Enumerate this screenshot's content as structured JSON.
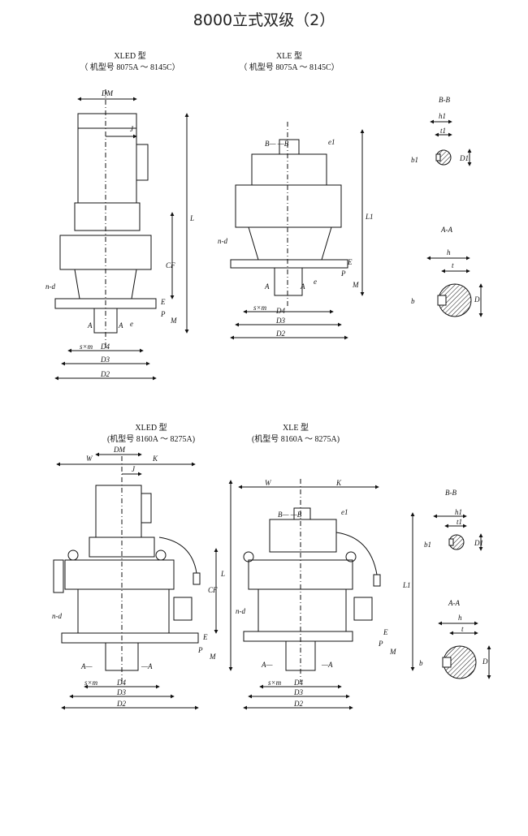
{
  "title": "8000立式双级（2）",
  "diagrams": {
    "top_left": {
      "model": "XLED 型",
      "range": "（ 机型号 8075A ～ 8145C）",
      "labels": {
        "DM": "DM",
        "J": "J",
        "L": "L",
        "CF": "CF",
        "E": "E",
        "P": "P",
        "M": "M",
        "nd": "n-d",
        "A1": "A",
        "A2": "A",
        "e": "e",
        "sxm": "s×m",
        "D4": "D4",
        "D3": "D3",
        "D2": "D2"
      }
    },
    "top_middle": {
      "model": "XLE 型",
      "range": "（ 机型号 8075A ～ 8145C）",
      "labels": {
        "BB": "B— —B",
        "e1": "e1",
        "L1": "L1",
        "nd": "n-d",
        "E": "E",
        "P": "P",
        "M": "M",
        "A1": "A",
        "A2": "A",
        "e": "e",
        "sxm": "s×m",
        "D4": "D4",
        "D3": "D3",
        "D2": "D2"
      }
    },
    "top_right": {
      "bb_title": "B-B",
      "aa_title": "A-A",
      "labels": {
        "h1": "h1",
        "t1": "t1",
        "b1": "b1",
        "D1": "D1",
        "h": "h",
        "t": "t",
        "b": "b",
        "D": "D"
      }
    },
    "bottom_left": {
      "model": "XLED 型",
      "range": "(机型号 8160A ～ 8275A)",
      "labels": {
        "W": "W",
        "DM": "DM",
        "J": "J",
        "K": "K",
        "L": "L",
        "CF": "CF",
        "E": "E",
        "P": "P",
        "M": "M",
        "nd": "n-d",
        "A1": "A—",
        "A2": "—A",
        "sxm": "s×m",
        "D4": "D4",
        "D3": "D3",
        "D2": "D2"
      }
    },
    "bottom_middle": {
      "model": "XLE 型",
      "range": "(机型号 8160A ～ 8275A)",
      "labels": {
        "W": "W",
        "K": "K",
        "BB": "B— —B",
        "e1": "e1",
        "L1": "L1",
        "E": "E",
        "P": "P",
        "M": "M",
        "nd": "n-d",
        "A1": "A—",
        "A2": "—A",
        "sxm": "s×m",
        "D4": "D4",
        "D3": "D3",
        "D2": "D2"
      }
    },
    "bottom_right": {
      "bb_title": "B-B",
      "aa_title": "A-A",
      "labels": {
        "h1": "h1",
        "t1": "t1",
        "b1": "b1",
        "D1": "D1",
        "h": "h",
        "t": "t",
        "b": "b",
        "D": "D"
      }
    }
  }
}
